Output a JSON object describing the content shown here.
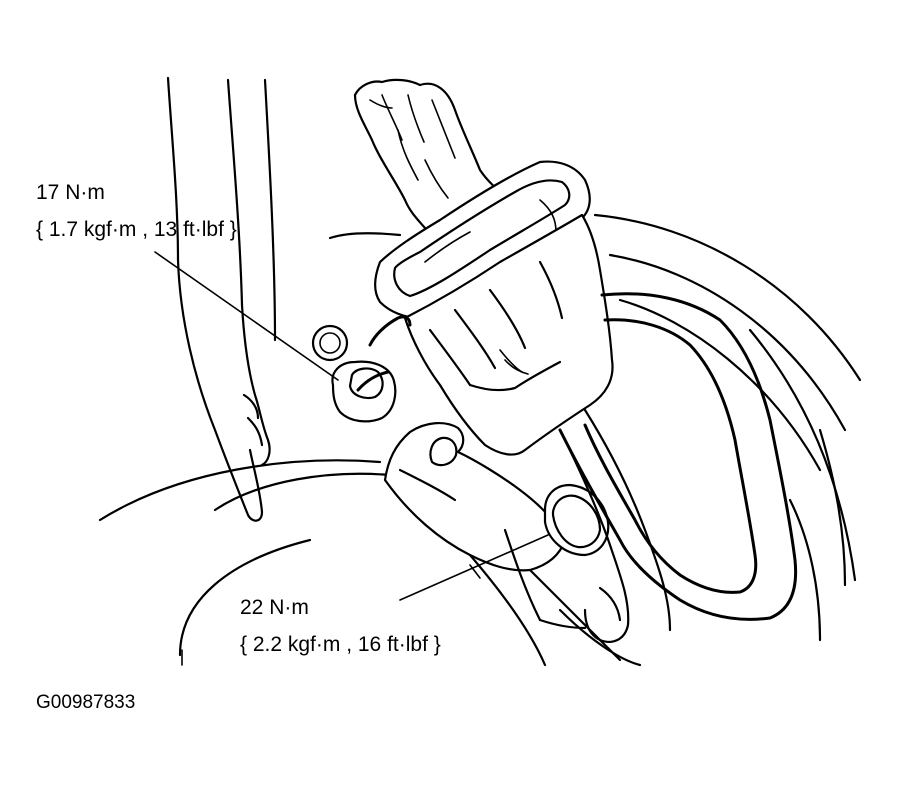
{
  "callouts": {
    "upper_bolt": {
      "torque": "17 N·m",
      "detail": "{ 1.7 kgf·m , 13 ft·lbf }"
    },
    "lower_bolt": {
      "torque": "22 N·m",
      "detail": "{ 2.2 kgf·m , 16 ft·lbf }"
    }
  },
  "figure": {
    "id": "G00987833"
  }
}
